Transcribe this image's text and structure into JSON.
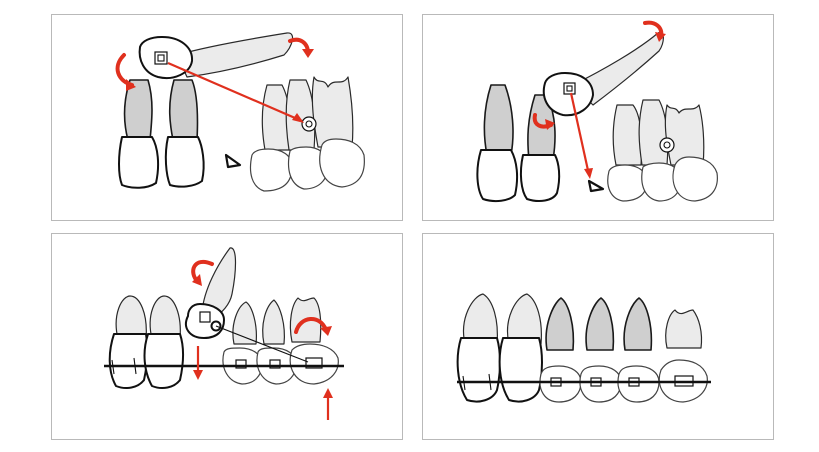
{
  "panels": [
    {
      "id": "panel-1"
    },
    {
      "id": "panel-2"
    },
    {
      "id": "panel-3"
    },
    {
      "id": "panel-4"
    }
  ],
  "colors": {
    "arrow": "#e0301e",
    "tooth_root": "#cfcfcf",
    "tooth_light": "#ebebeb",
    "outline": "#111111",
    "panel_border": "#b9b9b9"
  }
}
